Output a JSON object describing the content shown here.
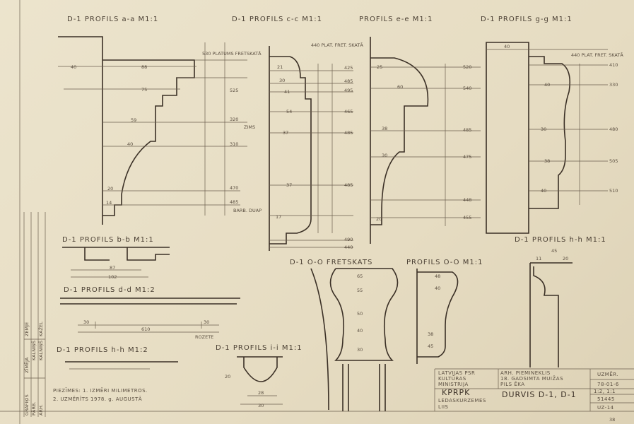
{
  "titles": {
    "aa": "D-1 PROFILS a-a M1:1",
    "cc": "D-1 PROFILS c-c M1:1",
    "ee": "PROFILS e-e M1:1",
    "gg": "D-1 PROFILS g-g M1:1",
    "bb": "D-1 PROFILS b-b M1:1",
    "dd": "D-1 PROFILS d-d M1:2",
    "hh2": "D-1 PROFILS h-h M1:2",
    "hh1": "D-1 PROFILS h-h M1:1",
    "ii": "D-1 PROFILS i-i M1:1",
    "oo_front": "D-1 O-O FRETSKATS",
    "oo": "PROFILS O-O M1:1"
  },
  "dims": {
    "aa": [
      "40",
      "88",
      "75",
      "59",
      "40",
      "20",
      "14",
      "530 PLATUMS FRETSKATĀ",
      "525",
      "320",
      "310",
      "470",
      "485",
      "ZIMS",
      "BARB. DUAP"
    ],
    "cc": [
      "21",
      "30",
      "41",
      "54",
      "37",
      "37",
      "17",
      "440 PLAT. FRET. SKATĀ",
      "425",
      "485",
      "495",
      "465",
      "485",
      "485",
      "490",
      "440"
    ],
    "ee": [
      "25",
      "60",
      "38",
      "30",
      "20",
      "520",
      "540",
      "485",
      "475",
      "448",
      "455"
    ],
    "gg": [
      "40",
      "40",
      "30",
      "38",
      "40",
      "440 PLAT. FRET. SKATĀ",
      "410",
      "330",
      "480",
      "505",
      "510"
    ],
    "bb": [
      "87",
      "102"
    ],
    "dd": [
      "30",
      "30",
      "610",
      "ROZETE"
    ],
    "ii": [
      "28",
      "30",
      "20"
    ],
    "oo": [
      "65",
      "55",
      "50",
      "40",
      "30",
      "48",
      "40",
      "38",
      "45"
    ],
    "hh1": [
      "45",
      "11",
      "20"
    ]
  },
  "notes": {
    "line1": "PIEZĪMES: 1. IZMĒRI MILIMETROS.",
    "line2": "2. UZMĒRĪTS 1978. g. AUGUSTĀ"
  },
  "side_stamp": {
    "roles": [
      "GRAFIĶIS",
      "ZĪMĒJA",
      "PĀRB.",
      "ARH."
    ],
    "names": [
      "ZEMJE",
      "KALNIŅŠ",
      "KALNIŅŠ",
      "KAŽEL"
    ]
  },
  "title_block": {
    "org": [
      "LATVIJAS PSR",
      "KULTŪRAS",
      "MINISTRIJA"
    ],
    "org_abbr": "KPRPK",
    "dept": [
      "LEDASKURZEMES",
      "LIIS"
    ],
    "object": [
      "ARH. PIEMINEKLIS",
      "18. GADSIMTA MUIŽAS",
      "PILS ĒKA"
    ],
    "drawing_title": "DURVIS D-1, D-1",
    "stage": "UZMĒR.",
    "date": "78-01-6",
    "scale": "1:2, 1:1",
    "number": "51445",
    "sheet": "UZ-14",
    "corner": "38"
  }
}
